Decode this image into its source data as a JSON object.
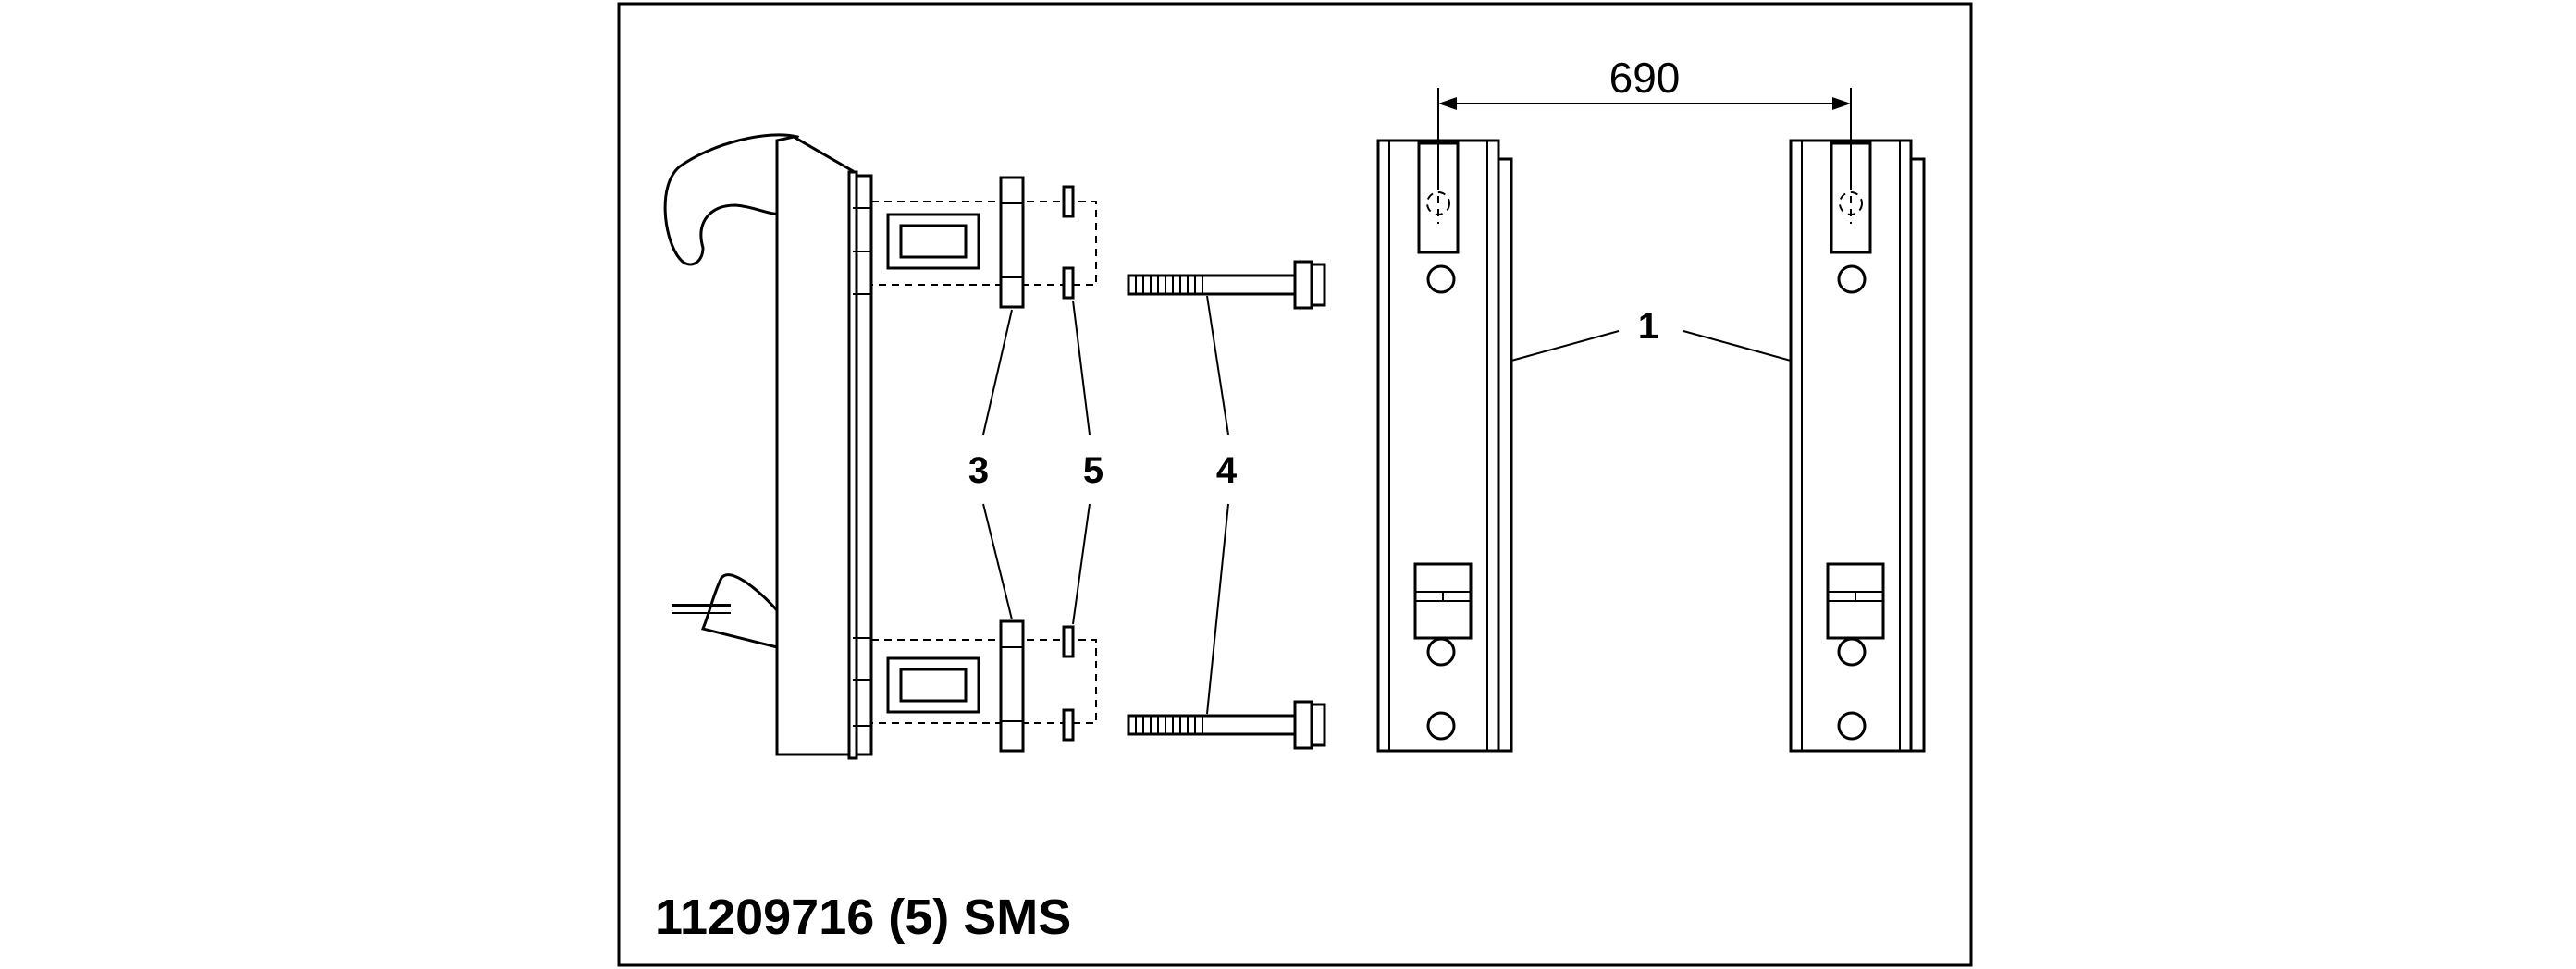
{
  "drawing": {
    "part_number": "11209716 (5) SMS",
    "dimension_690": "690",
    "callouts": {
      "c1": "1",
      "c3": "3",
      "c4": "4",
      "c5": "5"
    }
  },
  "colors": {
    "line": "#000000",
    "background": "#ffffff"
  }
}
